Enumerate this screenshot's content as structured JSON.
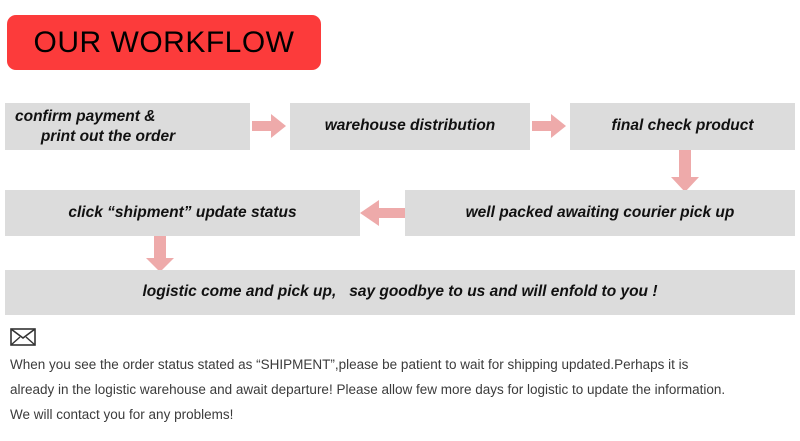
{
  "title": {
    "text": "OUR WORKFLOW",
    "banner_color": "#fc3b3b",
    "text_color": "#000000"
  },
  "colors": {
    "box_fill": "#dcdcdc",
    "arrow": "#eeaaaa",
    "banner": "#fc3b3b",
    "note_text": "#3b3b3b"
  },
  "flow": {
    "steps": [
      {
        "id": "confirm-payment",
        "line1": "confirm payment &",
        "line2": "      print out the order"
      },
      {
        "id": "warehouse-distribution",
        "label": "warehouse distribution"
      },
      {
        "id": "final-check-product",
        "label": "final check product"
      },
      {
        "id": "well-packed",
        "label": "well packed awaiting courier pick up"
      },
      {
        "id": "click-shipment",
        "label": "click “shipment” update status"
      },
      {
        "id": "logistic-pickup",
        "label": "logistic come and pick up,   say goodbye to us and will enfold to you !"
      }
    ],
    "arrows": [
      {
        "id": "arrow-confirm-to-warehouse",
        "direction": "right"
      },
      {
        "id": "arrow-warehouse-to-final",
        "direction": "right"
      },
      {
        "id": "arrow-final-to-packed",
        "direction": "down"
      },
      {
        "id": "arrow-packed-to-click",
        "direction": "left"
      },
      {
        "id": "arrow-click-to-logistic",
        "direction": "down"
      }
    ]
  },
  "note": {
    "icon": "envelope-icon",
    "lines": [
      "When you see the order status stated as “SHIPMENT”,please be patient to wait for shipping updated.Perhaps it is",
      "already in the logistic warehouse and await departure! Please allow few more days for logistic to update the information.",
      "We will contact you for any problems!"
    ]
  }
}
